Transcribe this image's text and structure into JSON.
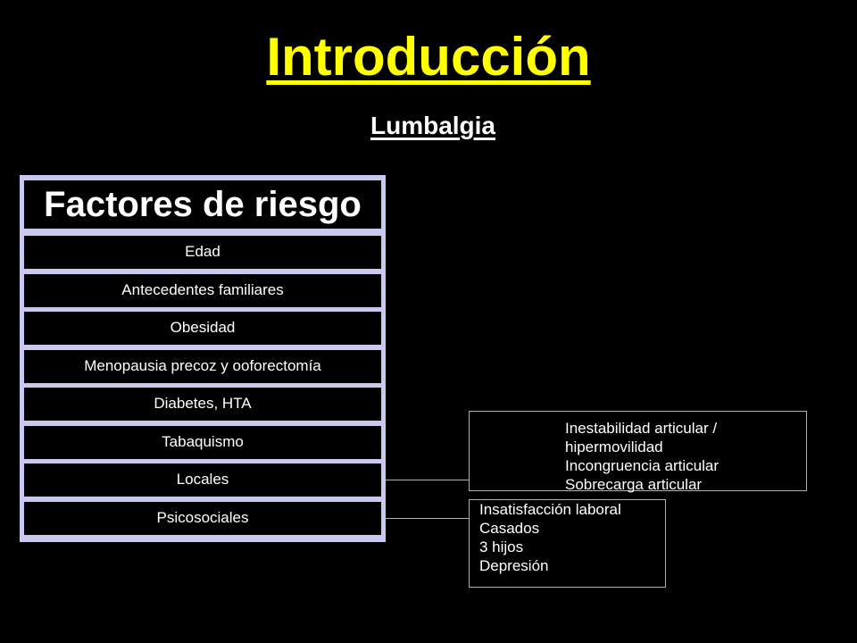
{
  "slide": {
    "title": "Introducción",
    "subtitle": "Lumbalgia"
  },
  "risk_factors": {
    "header": "Factores de riesgo",
    "items": [
      "Edad",
      "Antecedentes familiares",
      "Obesidad",
      "Menopausia precoz y ooforectomía",
      "Diabetes, HTA",
      "Tabaquismo",
      "Locales",
      "Psicosociales"
    ]
  },
  "local_details": [
    "Inestabilidad articular /",
    "hipermovilidad",
    "Incongruencia articular",
    "Sobrecarga articular"
  ],
  "psychosocial_details": [
    "Insatisfacción laboral",
    "Casados",
    "3 hijos",
    "Depresión"
  ],
  "colors": {
    "background": "#000000",
    "title": "#ffff00",
    "table_border": "#c9c9f0",
    "text": "#ffffff"
  }
}
